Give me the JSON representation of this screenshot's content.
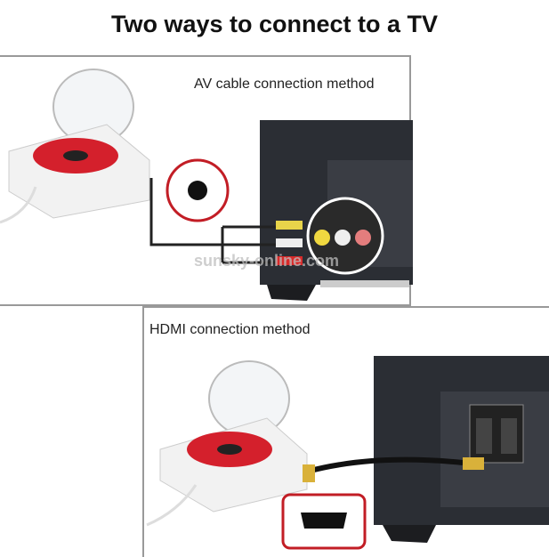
{
  "title": "Two ways to connect to a TV",
  "av_section": {
    "label": "AV cable connection method"
  },
  "hdmi_section": {
    "label": "HDMI connection method"
  },
  "watermark": "sunsky-online.com",
  "colors": {
    "disc_red": "#d4202c",
    "tv_dark": "#2a2d33",
    "player_white": "#f2f2f2"
  }
}
